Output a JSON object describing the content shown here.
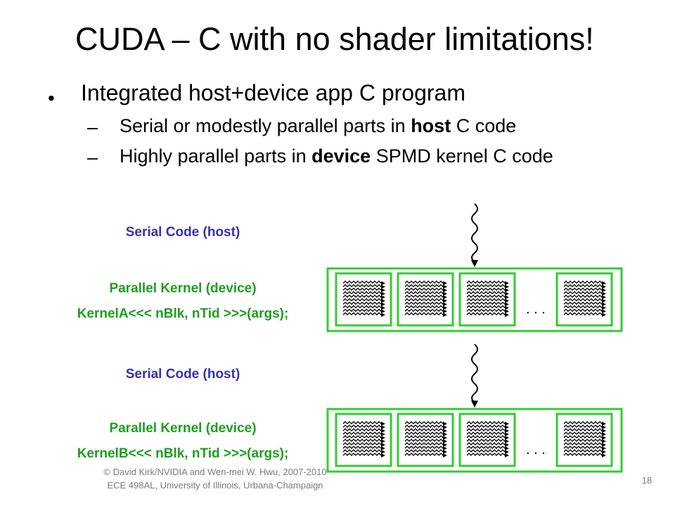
{
  "title": "CUDA – C with no shader limitations!",
  "bullet": {
    "text": "Integrated host+device app C program",
    "subs": [
      {
        "pre": "Serial or modestly parallel parts in ",
        "bold": "host",
        "post": " C code"
      },
      {
        "pre": "Highly parallel parts in ",
        "bold": "device",
        "post": " SPMD kernel C code"
      }
    ]
  },
  "diagram": {
    "serial_label_1": "Serial Code (host)",
    "kernel_label_1": "Parallel Kernel (device)",
    "kernel_call_1": "KernelA<<< nBlk, nTid >>>(args);",
    "serial_label_2": "Serial Code (host)",
    "kernel_label_2": "Parallel Kernel (device)",
    "kernel_call_2": "KernelB<<< nBlk, nTid >>>(args);",
    "ellipsis": ". . .",
    "colors": {
      "grid": "#33cc33",
      "label_blue": "#3333aa",
      "label_green": "#1e9e1e",
      "thread": "#000000"
    }
  },
  "footer": {
    "line1": "© David Kirk/NVIDIA and Wen-mei W. Hwu, 2007-2010",
    "line2": "ECE 498AL, University of Illinois, Urbana-Champaign"
  },
  "page_number": "18"
}
